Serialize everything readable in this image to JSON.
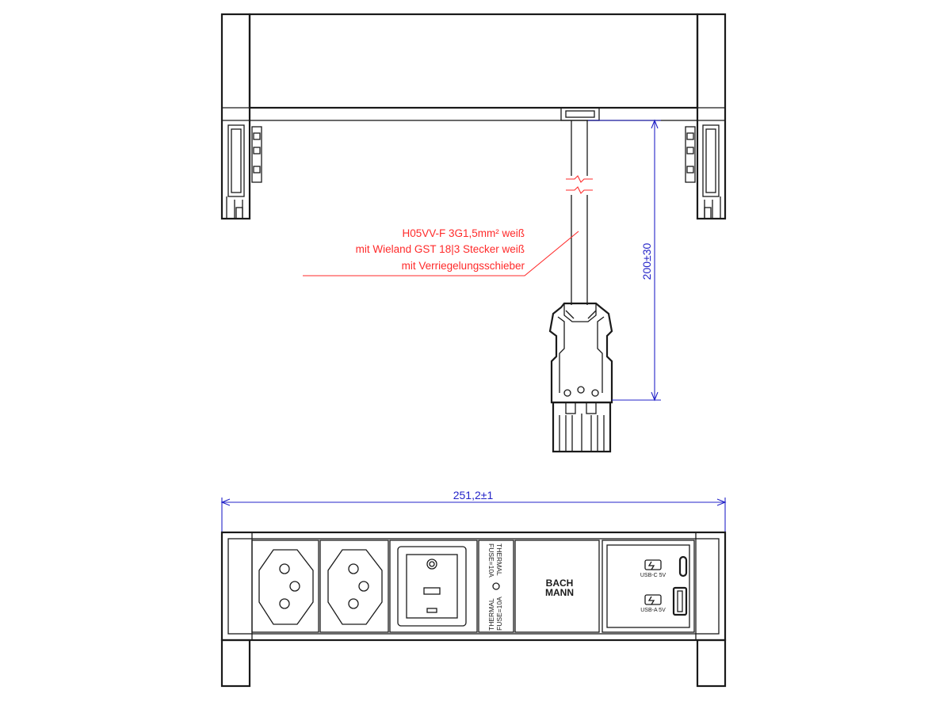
{
  "cable_note": {
    "line1": "H05VV-F 3G1,5mm² weiß",
    "line2": "mit Wieland GST 18|3 Stecker weiß",
    "line3": "mit Verriegelungsschieber"
  },
  "dimensions": {
    "cable_length": "200±30",
    "width": "251,2±1"
  },
  "front_panel": {
    "fuse_label_line1": "THERMAL",
    "fuse_label_line2": "FUSE=10A",
    "logo_line1": "BACH",
    "logo_line2": "MANN",
    "usb_c_label": "USB-C 5V",
    "usb_a_label": "USB-A 5V"
  },
  "colors": {
    "annotation": "#ff2a2a",
    "dimension": "#2323c8",
    "outline": "#1a1a1a"
  }
}
